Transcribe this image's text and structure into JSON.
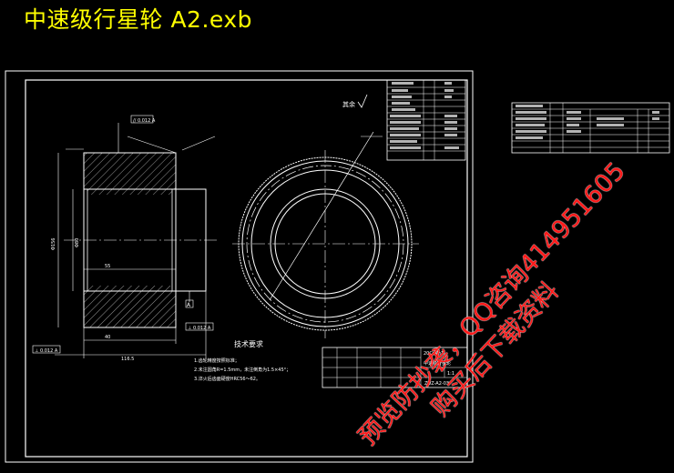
{
  "window": {
    "title": "中速级行星轮 A2.exb"
  },
  "drawing": {
    "tech_title": "技术要求",
    "tech_notes": [
      "1.齿轮精度按照标准；",
      "2.未注圆角R=1.5mm，未注倒角为1.5×45°；",
      "3.淬火后齿面硬度HRC56～62。"
    ],
    "roughness_rest": "其余",
    "datum_a": "A",
    "tol_frame_1": "// 0.012 A",
    "tol_frame_2": "⊥ 0.012 A",
    "tol_frame_3": "⊥ 0.012 A",
    "dim_bore": "Φ80",
    "dim_outer": "Φ156",
    "dim_width": "40",
    "dim_hub": "55",
    "dim_total": "116.5",
    "title_block_name": "中速级行星轮",
    "title_block_material": "20CrMnTi",
    "title_block_scale": "1:1",
    "title_block_code": "ZDZ-A2-03"
  },
  "watermark": {
    "line1": "预览防抄袭，QQ咨询414951605",
    "line2": "购买后下载资料"
  },
  "colors": {
    "background": "#000000",
    "title": "#ffff00",
    "line": "#ffffff",
    "watermark": "#ff1a1a"
  }
}
